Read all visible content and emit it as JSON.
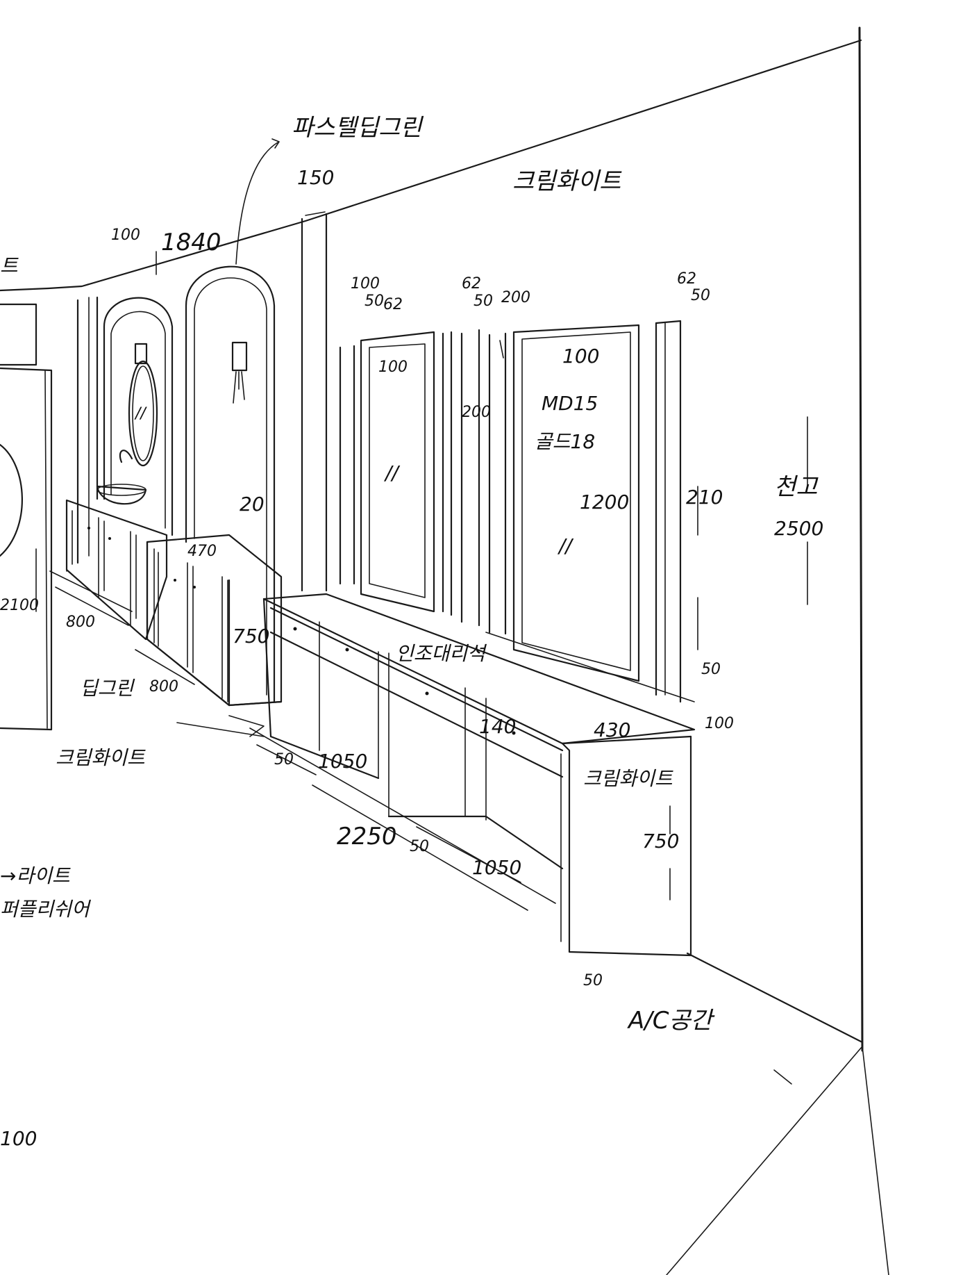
{
  "wall_finish_label": "크림화이트",
  "arch_wall_finish_label": "파스텔딥그린",
  "ceiling_height": {
    "label": "천고",
    "value": "2500"
  },
  "dimensions": {
    "arch_wall_width": "1840",
    "arch_wall_offset": "100",
    "pilaster_width": "150",
    "frame_left_top": "100",
    "frame_left_50": "50",
    "frame_left_62": "62",
    "frame_mid_62": "62",
    "frame_mid_50": "50",
    "frame_mid_200": "200",
    "frame_right_62": "62",
    "frame_right_50": "50",
    "frame_right_side_200": "200",
    "mirror_left_top": "100",
    "mirror_right_top": "100",
    "mirror_height": "1200",
    "right_strip_depth": "210",
    "gap_20": "20",
    "left_wall_height": "2100",
    "vanity1_width": "800",
    "vanity2_width": "800",
    "vanity2_depth": "470",
    "vanity2_height": "750",
    "desk_start": "50",
    "desk_section1": "1050",
    "desk_total": "2250",
    "desk_mid_gap": "50",
    "desk_section2": "1050",
    "desk_end_50": "50",
    "desk_height_140": "140",
    "desk_depth": "430",
    "desk_cabinet_height": "750",
    "right_offset_50": "50",
    "right_offset_100": "100",
    "bottom_left_100": "100"
  },
  "annotations": {
    "mirror_spec_1": "MD15",
    "mirror_spec_2": "골드18",
    "mirror_mark_left": "//",
    "mirror_mark_right": "//",
    "oval_mirror_mark": "//",
    "countertop": "인조대리석",
    "desk_cabinet_finish": "크림화이트",
    "left_cabinet_finish": "크림화이트",
    "deep_green_abbrev": "딥그린",
    "ac_space": "A/C공간",
    "left_edge_text": "트",
    "light_label": "→라이트",
    "sheet_label": "퍼플리쉬어"
  }
}
